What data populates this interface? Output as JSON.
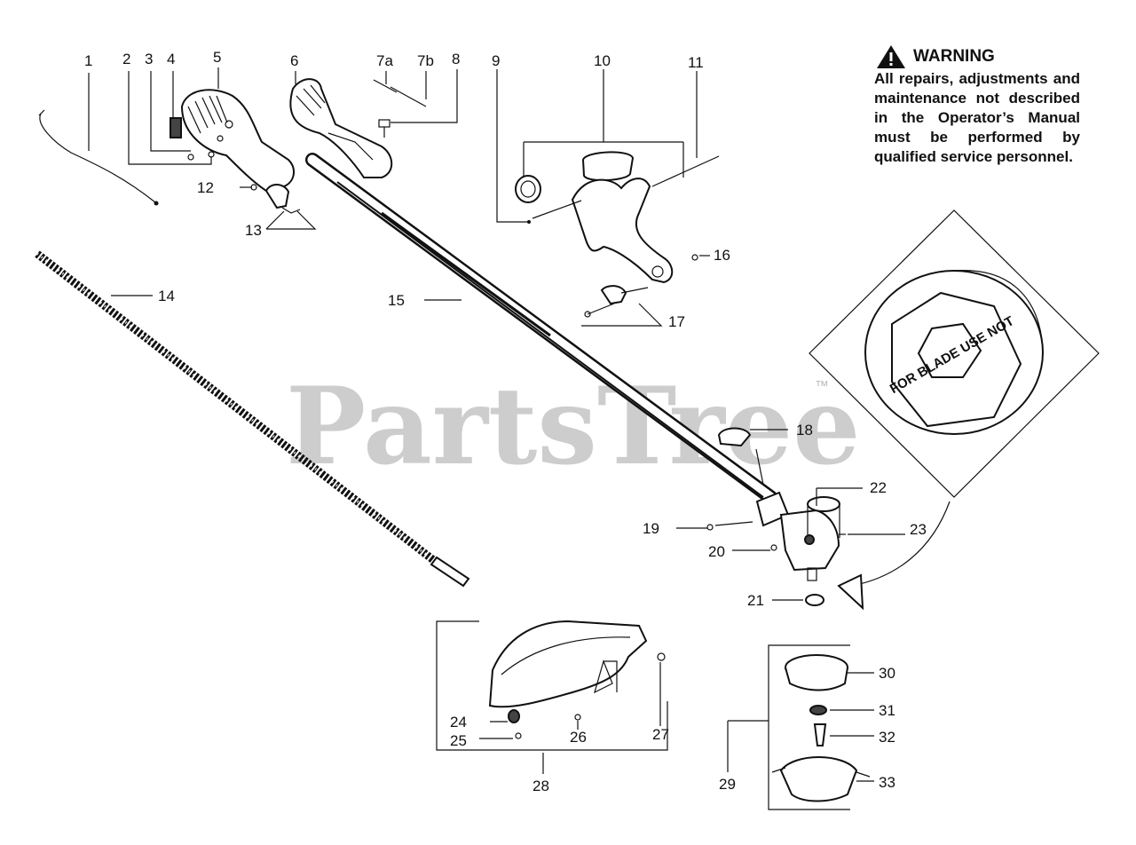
{
  "warning": {
    "title": "WARNING",
    "text": "All repairs, adjustments and maintenance not described in the Operator’s Manual must be performed by qualified service personnel."
  },
  "watermark": {
    "text": "PartsTree",
    "tm": "™"
  },
  "inset": {
    "nut_text": "FOR BLADE USE NOT"
  },
  "parts": [
    {
      "label": "1"
    },
    {
      "label": "2"
    },
    {
      "label": "3"
    },
    {
      "label": "4"
    },
    {
      "label": "5"
    },
    {
      "label": "6"
    },
    {
      "label": "7a"
    },
    {
      "label": "7b"
    },
    {
      "label": "8"
    },
    {
      "label": "9"
    },
    {
      "label": "10"
    },
    {
      "label": "11"
    },
    {
      "label": "12"
    },
    {
      "label": "13"
    },
    {
      "label": "14"
    },
    {
      "label": "15"
    },
    {
      "label": "16"
    },
    {
      "label": "17"
    },
    {
      "label": "18"
    },
    {
      "label": "19"
    },
    {
      "label": "20"
    },
    {
      "label": "21"
    },
    {
      "label": "22"
    },
    {
      "label": "23"
    },
    {
      "label": "24"
    },
    {
      "label": "25"
    },
    {
      "label": "26"
    },
    {
      "label": "27"
    },
    {
      "label": "28"
    },
    {
      "label": "29"
    },
    {
      "label": "30"
    },
    {
      "label": "31"
    },
    {
      "label": "32"
    },
    {
      "label": "33"
    }
  ]
}
